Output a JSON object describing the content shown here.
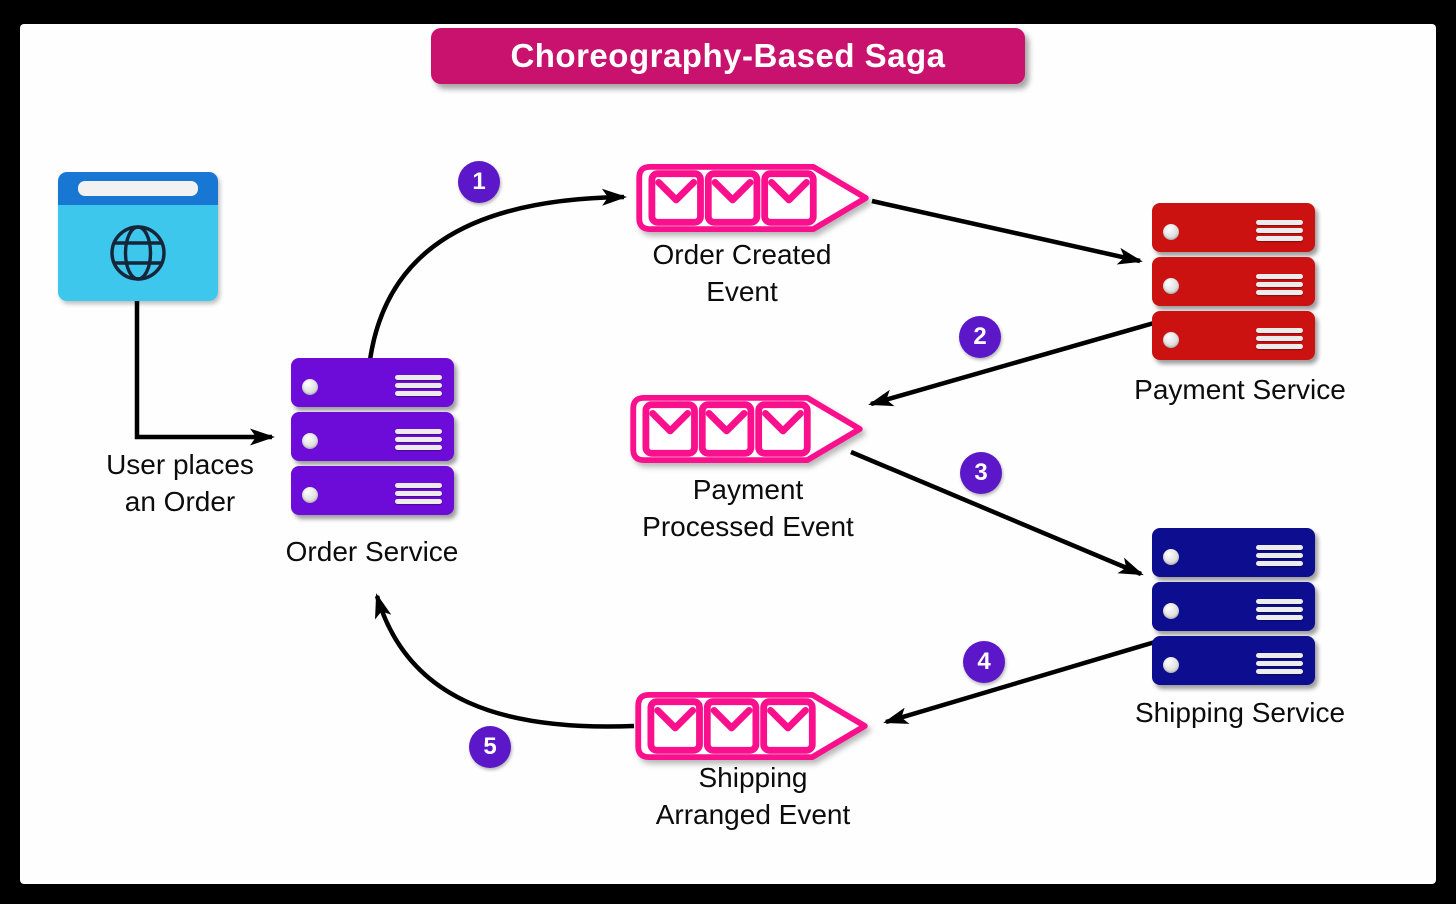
{
  "title": {
    "label": "Choreography-Based Saga"
  },
  "user": {
    "label_line1": "User places",
    "label_line2": "an Order"
  },
  "services": {
    "order": {
      "label": "Order Service",
      "color": "#6d0bd8"
    },
    "payment": {
      "label": "Payment Service",
      "color": "#cc1111"
    },
    "shipping": {
      "label": "Shipping Service",
      "color": "#0d0d8f"
    }
  },
  "events": {
    "order_created": {
      "line1": "Order Created",
      "line2": "Event"
    },
    "payment_processed": {
      "line1": "Payment",
      "line2": "Processed Event"
    },
    "shipping_arranged": {
      "line1": "Shipping",
      "line2": "Arranged Event"
    }
  },
  "steps": [
    "1",
    "2",
    "3",
    "4",
    "5"
  ],
  "colors": {
    "title_bg": "#c9116e",
    "event_pink": "#fa0f8c",
    "badge_purple": "#5b17c8",
    "browser_header": "#1877d2",
    "browser_body": "#3ec7ec",
    "arrow": "#000000"
  }
}
